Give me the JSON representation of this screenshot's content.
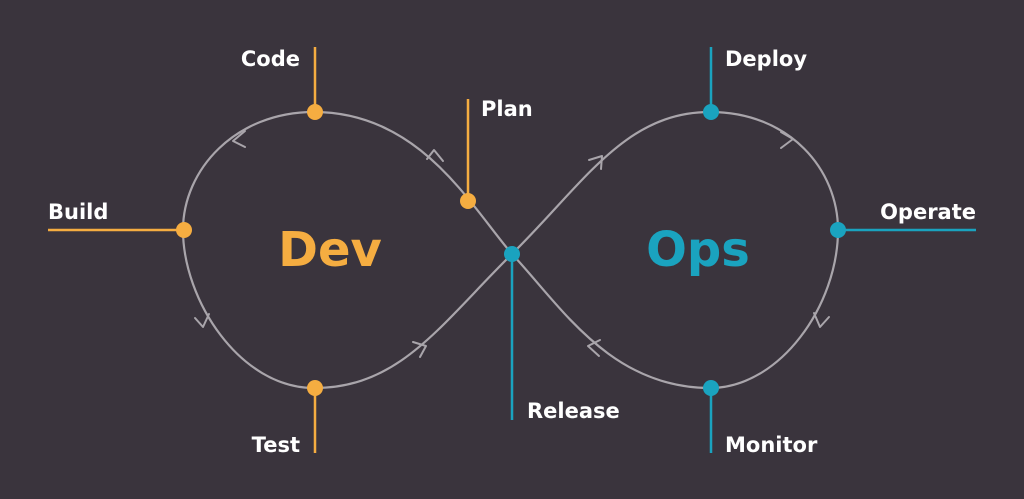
{
  "colors": {
    "background": "#3a343d",
    "dev": "#f5ad41",
    "ops": "#1aa3bf",
    "loop": "#a9a5ab",
    "text": "#ffffff"
  },
  "dev_label": "Dev",
  "ops_label": "Ops",
  "stages": {
    "code": "Code",
    "plan": "Plan",
    "build": "Build",
    "test": "Test",
    "release": "Release",
    "deploy": "Deploy",
    "operate": "Operate",
    "monitor": "Monitor"
  }
}
